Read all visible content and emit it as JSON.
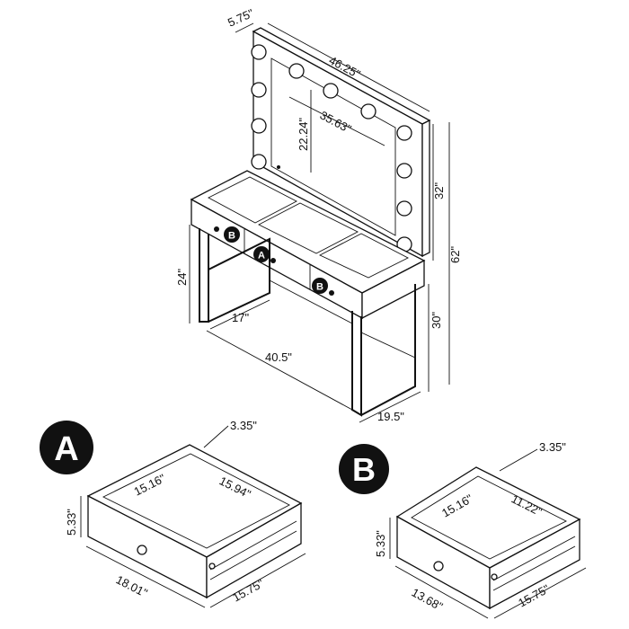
{
  "dimensions": {
    "mirror_depth": "5.75\"",
    "mirror_width": "46.25\"",
    "mirror_glass_width": "35.63\"",
    "mirror_glass_height": "22.24\"",
    "mirror_height": "32\"",
    "overall_height": "62\"",
    "table_height": "30\"",
    "leg_height": "24\"",
    "leg_depth": "17\"",
    "table_width": "40.5\"",
    "table_depth": "19.5\""
  },
  "drawer_a": {
    "badge": "A",
    "side_thickness": "3.35\"",
    "inner_width": "15.94\"",
    "inner_depth": "15.16\"",
    "height": "5.33\"",
    "front_width": "18.01\"",
    "depth": "15.75\""
  },
  "drawer_b": {
    "badge": "B",
    "side_thickness": "3.35\"",
    "inner_width": "11.22\"",
    "inner_depth": "15.16\"",
    "height": "5.33\"",
    "front_width": "13.68\"",
    "depth": "15.75\""
  },
  "markers": {
    "a": "A",
    "b": "B"
  }
}
